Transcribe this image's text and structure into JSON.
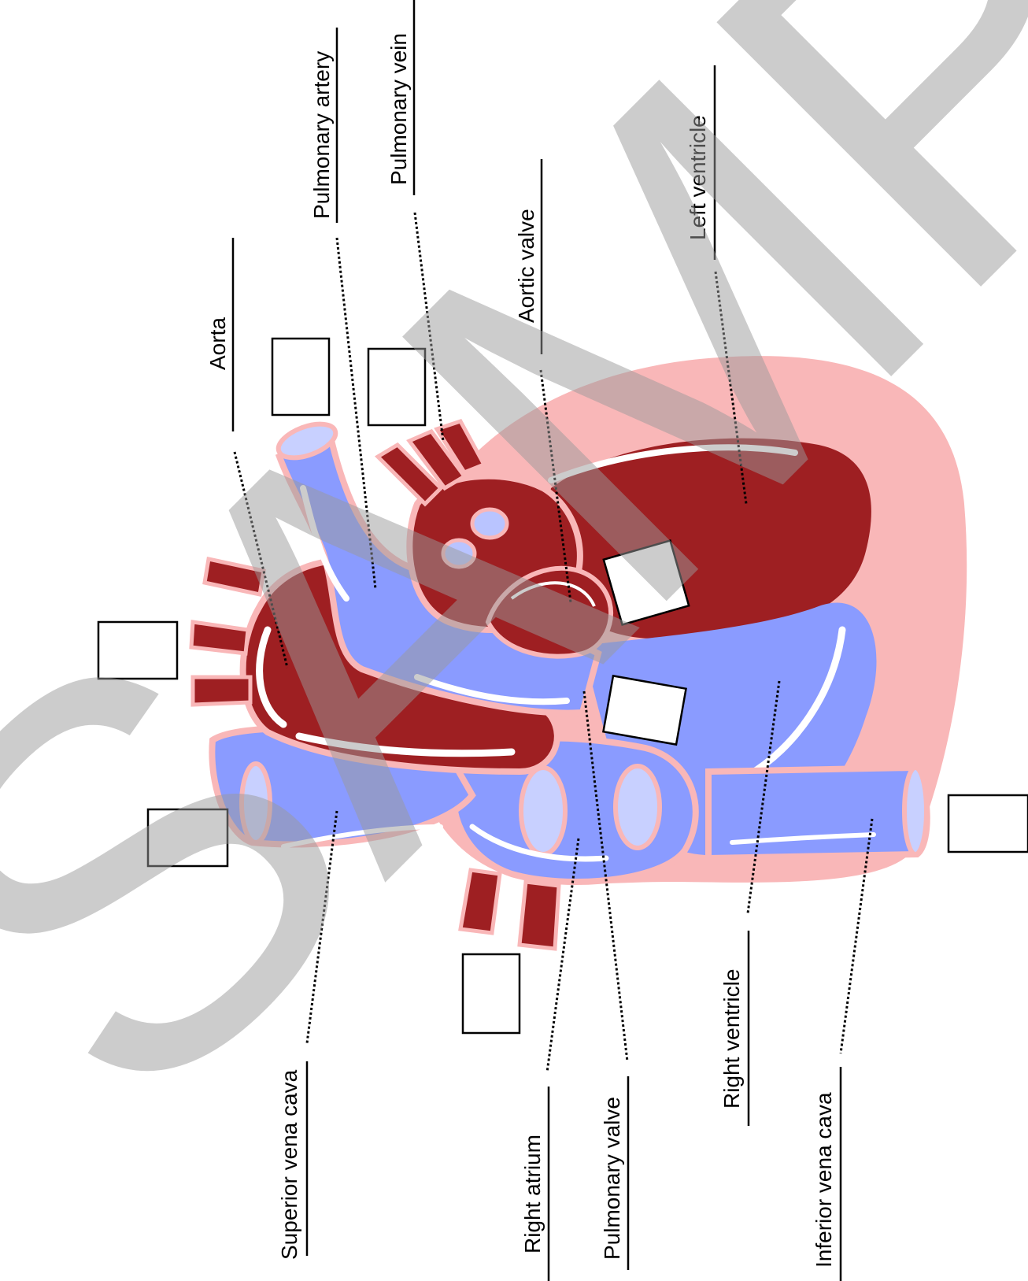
{
  "labels": {
    "aorta": "Aorta",
    "pulmonary_artery": "Pulmonary artery",
    "pulmonary_vein": "Pulmonary vein",
    "aortic_valve": "Aortic valve",
    "left_ventricle": "Left ventricle",
    "superior_vena_cava": "Superior vena cava",
    "right_atrium": "Right atrium",
    "pulmonary_valve": "Pulmonary valve",
    "right_ventricle": "Right ventricle",
    "inferior_vena_cava": "Inferior vena cava"
  },
  "watermark": "SAMPLE",
  "colors": {
    "oxygenated": "#9e1f22",
    "deoxygenated": "#8a9bff",
    "outline": "#f9b7b8",
    "highlight": "#ffffff",
    "watermark": "#999999"
  }
}
